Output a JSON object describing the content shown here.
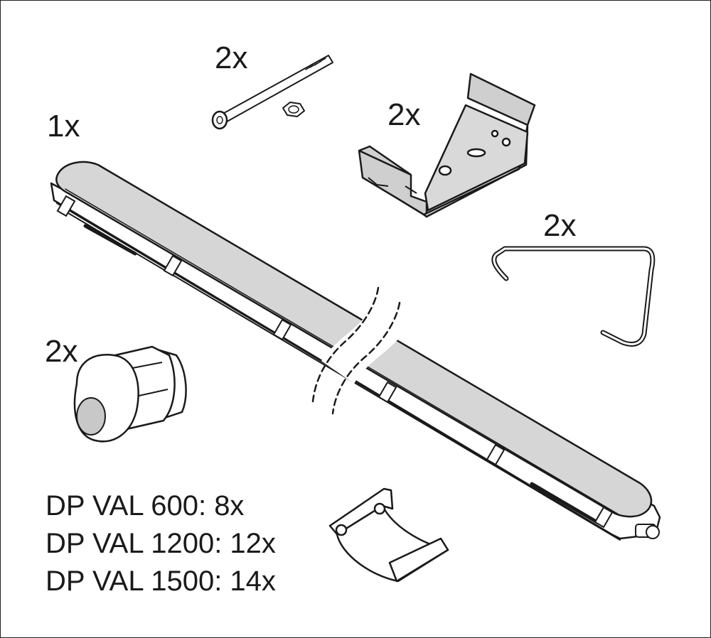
{
  "labels": {
    "luminaire_qty": "1x",
    "bolt_nut_qty": "2x",
    "mounting_bracket_qty": "2x",
    "wire_hook_qty": "2x",
    "cable_gland_qty": "2x"
  },
  "clip_counts": [
    "DP VAL 600: 8x",
    "DP VAL 1200: 12x",
    "DP VAL 1500: 14x"
  ],
  "colors": {
    "line": "#1a1a1a",
    "fill_gray": "#cfcfcf",
    "diffuser_gray": "#d6d6d6",
    "background": "#ffffff"
  }
}
